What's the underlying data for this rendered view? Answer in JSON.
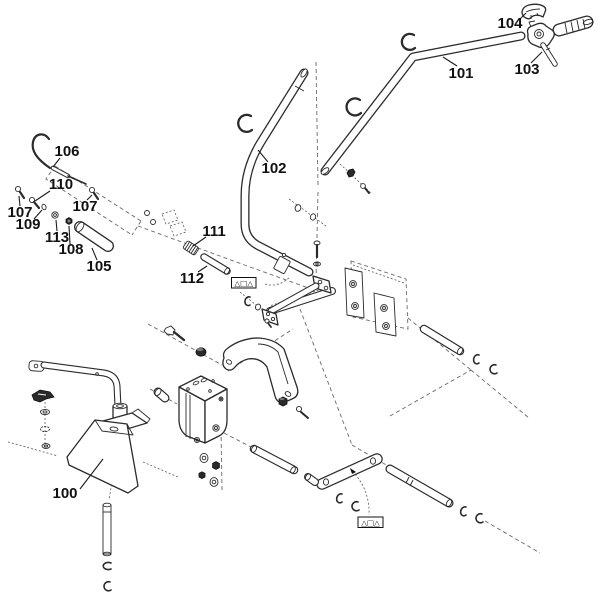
{
  "diagram": {
    "background": "#ffffff",
    "line_color": "#2b2b2b",
    "label_color": "#111111",
    "labels": [
      {
        "id": "100",
        "text": "100"
      },
      {
        "id": "101",
        "text": "101"
      },
      {
        "id": "102",
        "text": "102"
      },
      {
        "id": "103",
        "text": "103"
      },
      {
        "id": "104",
        "text": "104"
      },
      {
        "id": "105",
        "text": "105"
      },
      {
        "id": "106",
        "text": "106"
      },
      {
        "id": "107a",
        "text": "107"
      },
      {
        "id": "107b",
        "text": "107"
      },
      {
        "id": "108",
        "text": "108"
      },
      {
        "id": "109",
        "text": "109"
      },
      {
        "id": "110",
        "text": "110"
      },
      {
        "id": "111",
        "text": "111"
      },
      {
        "id": "112",
        "text": "112"
      },
      {
        "id": "113",
        "text": "113"
      }
    ],
    "warning_decals": [
      {
        "symbols": "△□△"
      },
      {
        "symbols": "△□△"
      }
    ]
  }
}
